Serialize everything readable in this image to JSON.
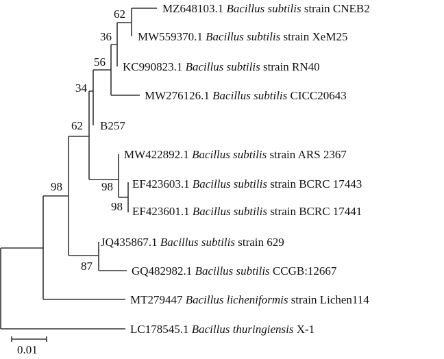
{
  "taxa": [
    {
      "accession": "MZ648103.1",
      "species": "Bacillus subtilis",
      "suffix": "strain CNEB2"
    },
    {
      "accession": "MW559370.1",
      "species": "Bacillus subtilis",
      "suffix": "strain XeM25"
    },
    {
      "accession": "KC990823.1",
      "species": "Bacillus subtilis",
      "suffix": "strain RN40"
    },
    {
      "accession": "MW276126.1",
      "species": "Bacillus subtilis",
      "suffix": "CICC20643"
    },
    {
      "accession": "B257",
      "species": "",
      "suffix": ""
    },
    {
      "accession": "MW422892.1",
      "species": "Bacillus subtilis",
      "suffix": "strain ARS 2367"
    },
    {
      "accession": "EF423603.1",
      "species": "Bacillus subtilis",
      "suffix": "strain BCRC 17443"
    },
    {
      "accession": "EF423601.1",
      "species": "Bacillus subtilis",
      "suffix": "strain BCRC 17441"
    },
    {
      "accession": "JQ435867.1",
      "species": "Bacillus subtilis",
      "suffix": "strain 629"
    },
    {
      "accession": "GQ482982.1",
      "species": "Bacillus subtilis",
      "suffix": "CCGB:12667"
    },
    {
      "accession": "MT279447",
      "species": "Bacillus licheniformis",
      "suffix": "strain Lichen114"
    },
    {
      "accession": "LC178545.1",
      "species": "Bacillus thuringiensis",
      "suffix": "X-1"
    }
  ],
  "bootstrap": [
    "62",
    "36",
    "56",
    "34",
    "62",
    "98",
    "98",
    "98",
    "87"
  ],
  "scale_bar": {
    "label": "0.01"
  }
}
